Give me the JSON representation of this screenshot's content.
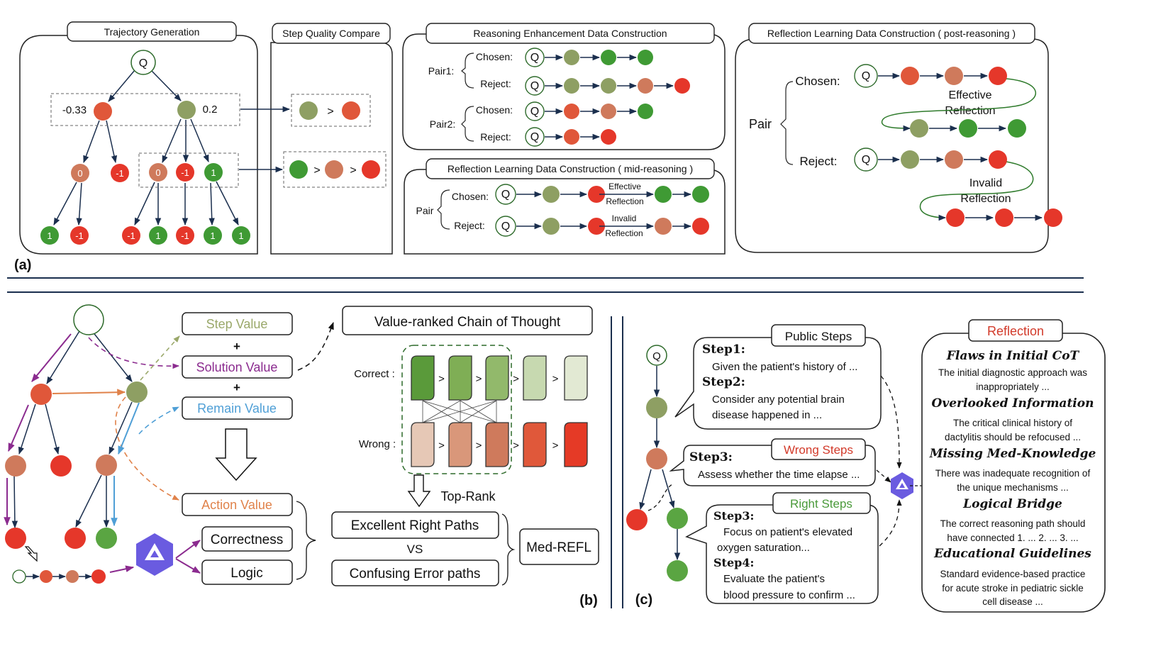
{
  "panel_labels": {
    "a": "(a)",
    "b": "(b)",
    "c": "(c)"
  },
  "colors": {
    "green": "#5aa542",
    "olive": "#8e9f63",
    "brown": "#cf7a5c",
    "red": "#e5372a",
    "purple": "#8b2b8f",
    "orange": "#e0824a",
    "blue": "#4f9fd6",
    "qwen": "#6a5be0",
    "navy": "#1b2f4e"
  },
  "panel_a": {
    "trajectory": {
      "title": "Trajectory Generation",
      "root": "Q",
      "value_left": "-0.33",
      "value_right": "0.2",
      "level2": [
        "0",
        "-1",
        "0",
        "-1",
        "1"
      ],
      "level3": [
        "1",
        "-1",
        "-1",
        "1",
        "-1",
        "1",
        "1"
      ]
    },
    "step_compare": {
      "title": "Step Quality Compare",
      "gt": ">"
    },
    "reasoning": {
      "title": "Reasoning Enhancement Data Construction",
      "pair1": "Pair1:",
      "pair2": "Pair2:",
      "chosen": "Chosen:",
      "reject": "Reject:",
      "q": "Q"
    },
    "mid": {
      "title": "Reflection Learning Data Construction ( mid-reasoning )",
      "pair": "Pair",
      "chosen": "Chosen:",
      "reject": "Reject:",
      "effective": [
        "Effective",
        "Reflection"
      ],
      "invalid": [
        "Invalid",
        "Reflection"
      ],
      "q": "Q"
    },
    "post": {
      "title": "Reflection Learning Data Construction ( post-reasoning )",
      "pair": "Pair",
      "chosen": "Chosen:",
      "reject": "Reject:",
      "effective": [
        "Effective",
        "Reflection"
      ],
      "invalid": [
        "Invalid",
        "Reflection"
      ],
      "q": "Q"
    }
  },
  "panel_b": {
    "values": {
      "step": "Step Value",
      "plus": "+",
      "solution": "Solution Value",
      "remain": "Remain Value",
      "action": "Action Value"
    },
    "criteria": {
      "correctness": "Correctness",
      "logic": "Logic"
    },
    "cot": {
      "title": "Value-ranked Chain of Thought",
      "correct": "Correct :",
      "wrong": "Wrong :",
      "gt": ">"
    },
    "toprank": "Top-Rank",
    "paths": {
      "right": "Excellent Right Paths",
      "vs": "VS",
      "error": "Confusing Error paths"
    },
    "model": "Med-REFL"
  },
  "panel_c": {
    "q": "Q",
    "public": {
      "tag": "Public Steps",
      "step1": "Step1:",
      "step1_text": "Given the patient's history of ...",
      "step2": "Step2:",
      "step2_text": [
        "Consider any potential brain",
        "disease happened in ..."
      ]
    },
    "wrong": {
      "tag": "Wrong Steps",
      "step3": "Step3:",
      "step3_text": "Assess whether the time elapse ..."
    },
    "right": {
      "tag": "Right Steps",
      "step3": "Step3:",
      "step3_text": [
        "Focus on patient's elevated",
        "oxygen saturation..."
      ],
      "step4": "Step4:",
      "step4_text": [
        "Evaluate the patient's",
        "blood pressure to confirm ..."
      ]
    },
    "reflection": {
      "tag": "Reflection",
      "h1": "Flaws in Initial CoT",
      "t1": [
        "The initial diagnostic approach was",
        "inappropriately ..."
      ],
      "h2": "Overlooked Information",
      "t2": [
        "The critical clinical history of",
        "dactylitis should be refocused ..."
      ],
      "h3": "Missing Med-Knowledge",
      "t3": [
        "There was inadequate recognition of",
        "the unique mechanisms ..."
      ],
      "h4": "Logical Bridge",
      "t4": [
        "The correct reasoning path should",
        "have connected 1. ... 2. ... 3. ..."
      ],
      "h5": "Educational Guidelines",
      "t5": [
        "Standard evidence-based practice",
        "for acute stroke in pediatric sickle",
        "cell disease ..."
      ]
    }
  }
}
